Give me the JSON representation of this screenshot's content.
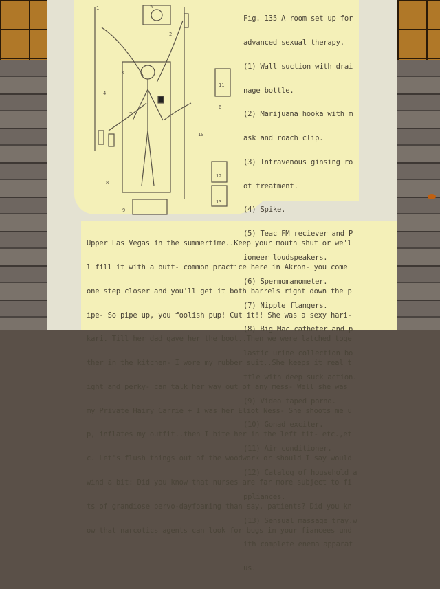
{
  "caption": [
    "Fig. 135 A room set up for",
    "advanced sexual therapy.",
    "(1) Wall suction with drai",
    "nage bottle.",
    "(2) Marijuana hooka with m",
    "ask and roach clip.",
    "(3) Intravenous ginsing ro",
    "ot treatment.",
    "(4) Spike.",
    "(5) Teac FM reciever and P",
    "ioneer loudspeakers.",
    "(6) Spermomanometer.",
    "(7) Nipple flangers.",
    "(8) Big Mac catheter and p",
    "lastic urine collection bo",
    "ttle with deep suck action.",
    "(9) Video taped porno.",
    "(10) Gonad exciter.",
    "(11) Air conditioner.",
    "(12) Catalog of household a",
    "ppliances.",
    "(13) Sensual massage tray.w",
    "ith complete enema apparat",
    "us."
  ],
  "body": [
    "Upper Las Vegas in the summertime..Keep your mouth shut or we'l",
    "l fill it with a butt- common practice here in Akron- you come",
    "one step closer and you'll get it both barrels right down the p",
    "ipe- So pipe up, you foolish pup! Cut it!! She was a sexy hari-",
    "kari. Till her dad gave her the boot..Then we were latched toge",
    "ther in the kitchen- I wore my rubber suit..She keeps it real t",
    "ight and perky- can talk her way out of any mess- Well she was",
    "my Private Hairy Carrie + I was her Eliot Ness- She shoots me u",
    "p, inflates my outfit..then I bite her in the left tit- etc.,et",
    "c. Let's flush things out of the woodwork or should I say would",
    "wind a bit: Did you know that nurses are far more subject to fi",
    "ts of grandiose pervo-dayfoaming than say, patients? Did you kn",
    "ow that narcotics agents can look for bugs in your fiancees und"
  ],
  "diagram_labels": [
    "1",
    "2",
    "3",
    "4",
    "5",
    "6",
    "7",
    "8",
    "9",
    "10",
    "11",
    "12",
    "13"
  ],
  "colors": {
    "paper": "#e4e2d2",
    "highlight": "#f4f0b8",
    "ink": "#4a4438",
    "tiles": "#b07828"
  }
}
